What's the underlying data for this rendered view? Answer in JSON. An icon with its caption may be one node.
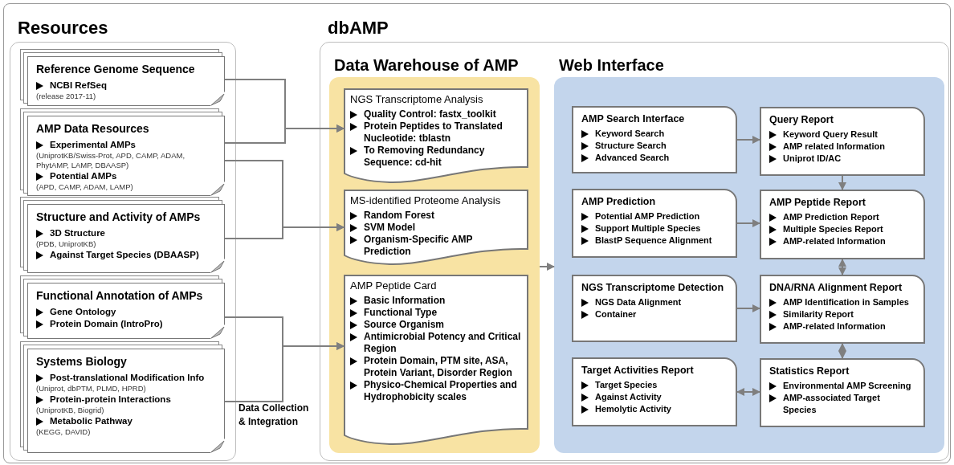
{
  "diagram": {
    "nodes": [
      {
        "text": [
          "Resources"
        ]
      },
      {
        "text": [
          "Reference Genome Sequence",
          "NCBI RefSeq",
          "(release 2017-11)"
        ],
        "in": 0
      },
      {
        "text": [
          "AMP Data Resources",
          "Experimental AMPs",
          "(UniprotKB/Swiss-Prot, APD, CAMP, ADAM, PhytAMP, LAMP, DBAASP)",
          "Potential AMPs",
          "(APD, CAMP, ADAM, LAMP)"
        ],
        "in": 0
      },
      {
        "text": [
          "Structure and Activity of AMPs",
          "3D Structure",
          "(PDB, UniprotKB)",
          "Against Target Species (DBAASP)"
        ],
        "in": 0
      },
      {
        "text": [
          "Functional Annotation of AMPs",
          "Gene Ontology",
          "Protein Domain (IntroPro)"
        ],
        "in": 0
      },
      {
        "text": [
          "Systems Biology",
          "Post-translational Modification Info",
          "(Uniprot, dbPTM, PLMD, HPRD)",
          "Protein-protein Interactions",
          "(UniprotKB, Biogrid)",
          "Metabolic Pathway",
          "(KEGG, DAVID)"
        ],
        "in": 0
      },
      {
        "text": [
          "dbAMP"
        ]
      },
      {
        "text": [
          "Data Warehouse of AMP"
        ],
        "in": 6
      },
      {
        "text": [
          "NGS Transcriptome Analysis",
          "Quality Control: fastx_toolkit",
          "Protein Peptides to Translated Nucleotide: tblastn",
          "To Removing Redundancy Sequence: cd-hit"
        ],
        "in": 7
      },
      {
        "text": [
          "MS-identified Proteome Analysis",
          "Random Forest",
          "SVM Model",
          "Organism-Specific AMP Prediction"
        ],
        "in": 7
      },
      {
        "text": [
          "AMP Peptide Card",
          "Basic Information",
          "Functional Type",
          "Source Organism",
          "Antimicrobial Potency and Critical Region",
          "Protein Domain, PTM site, ASA, Protein Variant, Disorder Region",
          "Physico-Chemical Properties and Hydrophobicity scales"
        ],
        "in": 7
      },
      {
        "text": [
          "Web Interface"
        ],
        "in": 6
      },
      {
        "text": [
          "AMP Search Interface",
          "Keyword Search",
          "Structure Search",
          "Advanced Search"
        ],
        "in": 11
      },
      {
        "text": [
          "Query Report",
          "Keyword Query Result",
          "AMP related Information",
          "Uniprot ID/AC"
        ],
        "in": 11
      },
      {
        "text": [
          "AMP Prediction",
          "Potential AMP Prediction",
          "Support Multiple Species",
          "BlastP Sequence Alignment"
        ],
        "in": 11
      },
      {
        "text": [
          "AMP Peptide Report",
          "AMP Prediction Report",
          "Multiple Species Report",
          "AMP-related Information"
        ],
        "in": 11
      },
      {
        "text": [
          "NGS Transcriptome Detection",
          "NGS Data Alignment",
          "Container"
        ],
        "in": 11
      },
      {
        "text": [
          "DNA/RNA Alignment Report",
          "AMP Identification in Samples",
          "Similarity Report",
          "AMP-related Information"
        ],
        "in": 11
      },
      {
        "text": [
          "Target Activities Report",
          "Target Species",
          "Against Activity",
          "Hemolytic Activity"
        ],
        "in": 11
      },
      {
        "text": [
          "Statistics Report",
          "Environmental AMP Screening",
          "AMP-associated Target Species"
        ],
        "in": 11
      }
    ],
    "edges": [
      {
        "from": 1,
        "to": 8,
        "arrow": "to"
      },
      {
        "from": 2,
        "to": 8,
        "arrow": "to"
      },
      {
        "from": 2,
        "to": 9,
        "arrow": "to"
      },
      {
        "from": 3,
        "to": 9,
        "arrow": "to"
      },
      {
        "from": 4,
        "to": 10,
        "arrow": "to"
      },
      {
        "from": 5,
        "to": 10,
        "arrow": "to"
      },
      {
        "from": 7,
        "to": 11,
        "arrow": "to"
      },
      {
        "from": 12,
        "to": 13,
        "arrow": "to"
      },
      {
        "from": 14,
        "to": 15,
        "arrow": "to"
      },
      {
        "from": 13,
        "to": 15,
        "arrow": "to"
      },
      {
        "from": 15,
        "to": 17,
        "arrow": "both"
      },
      {
        "from": 16,
        "to": 17,
        "arrow": "to"
      },
      {
        "from": 17,
        "to": 19,
        "arrow": "both"
      },
      {
        "from": 18,
        "to": 19,
        "arrow": "both"
      }
    ],
    "labels": [
      "Data Collection & Integration"
    ]
  }
}
